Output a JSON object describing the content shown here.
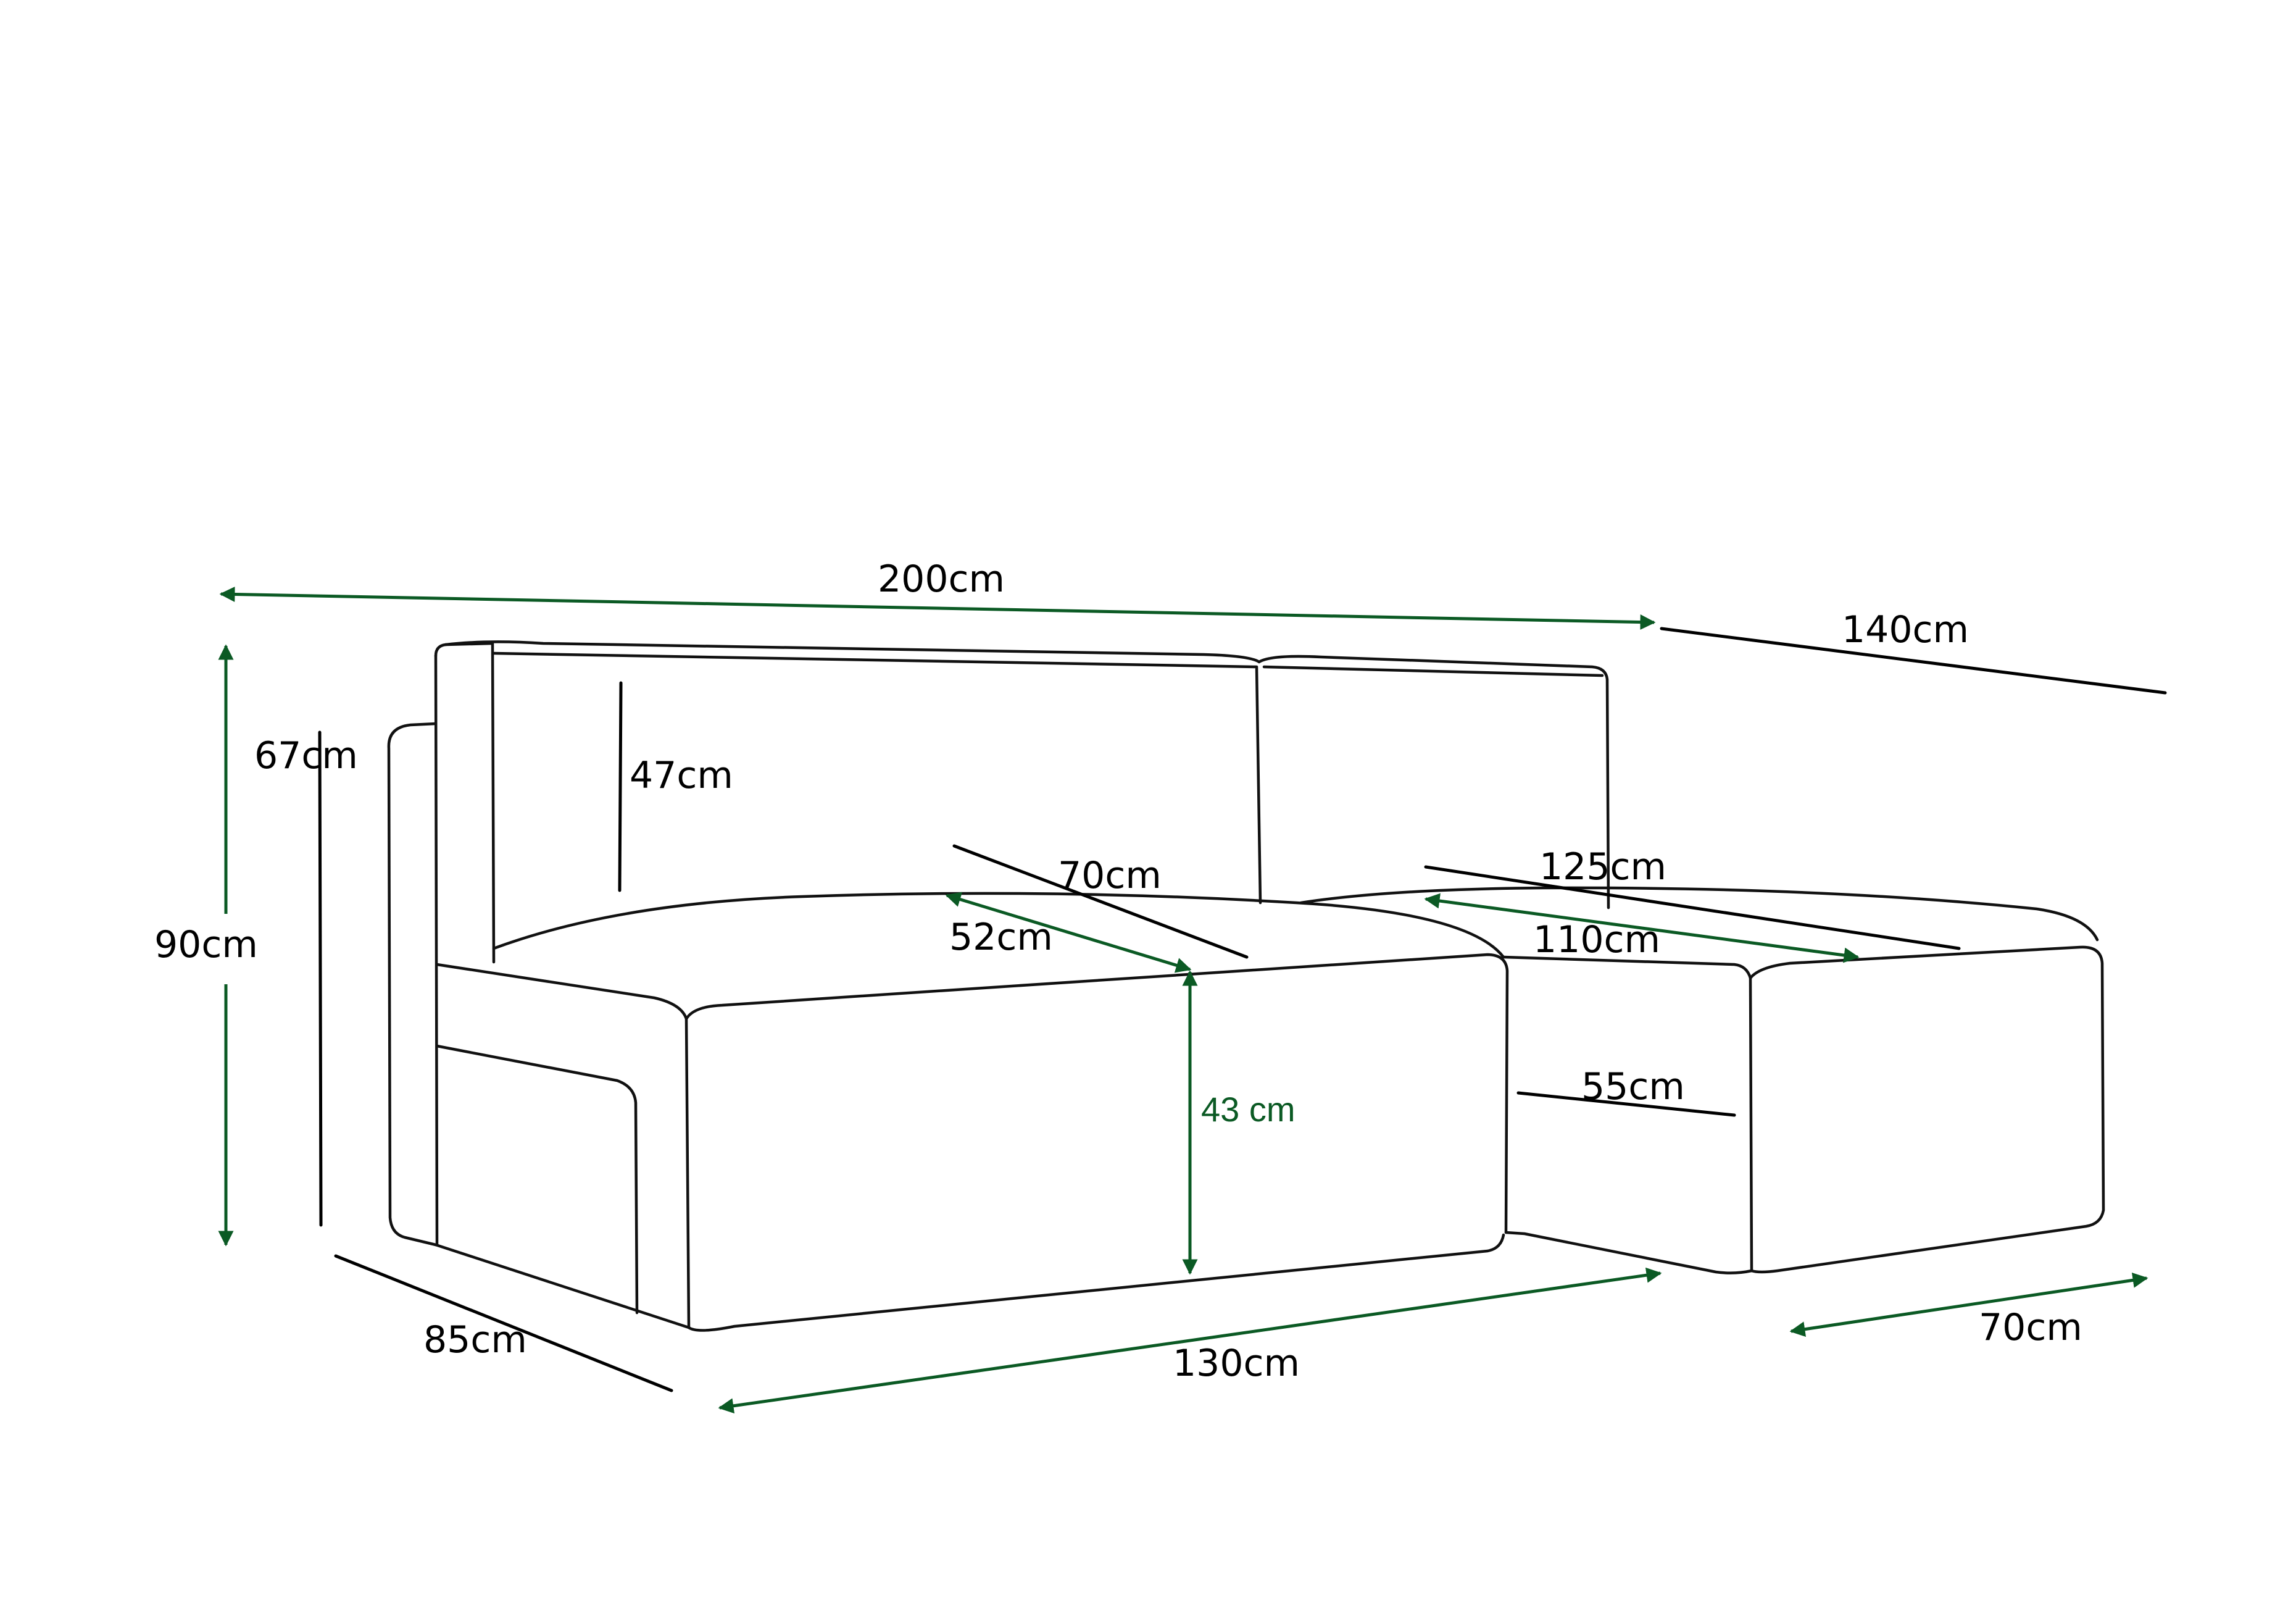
{
  "colors": {
    "arrow": "#0b5a24",
    "outline": "#111111",
    "background": "#ffffff"
  },
  "labels": {
    "total_width": "200cm",
    "chaise_total_depth": "140cm",
    "total_height": "90cm",
    "armrest_height": "67cm",
    "backrest_height": "47cm",
    "seat_depth_outer": "70cm",
    "seat_depth_inner": "52cm",
    "seat_height": "43 cm",
    "chaise_length_outer": "125cm",
    "chaise_length_inner": "110cm",
    "chaise_gap": "55cm",
    "sofa_depth": "85cm",
    "seat_section_width": "130cm",
    "chaise_width": "70cm"
  }
}
